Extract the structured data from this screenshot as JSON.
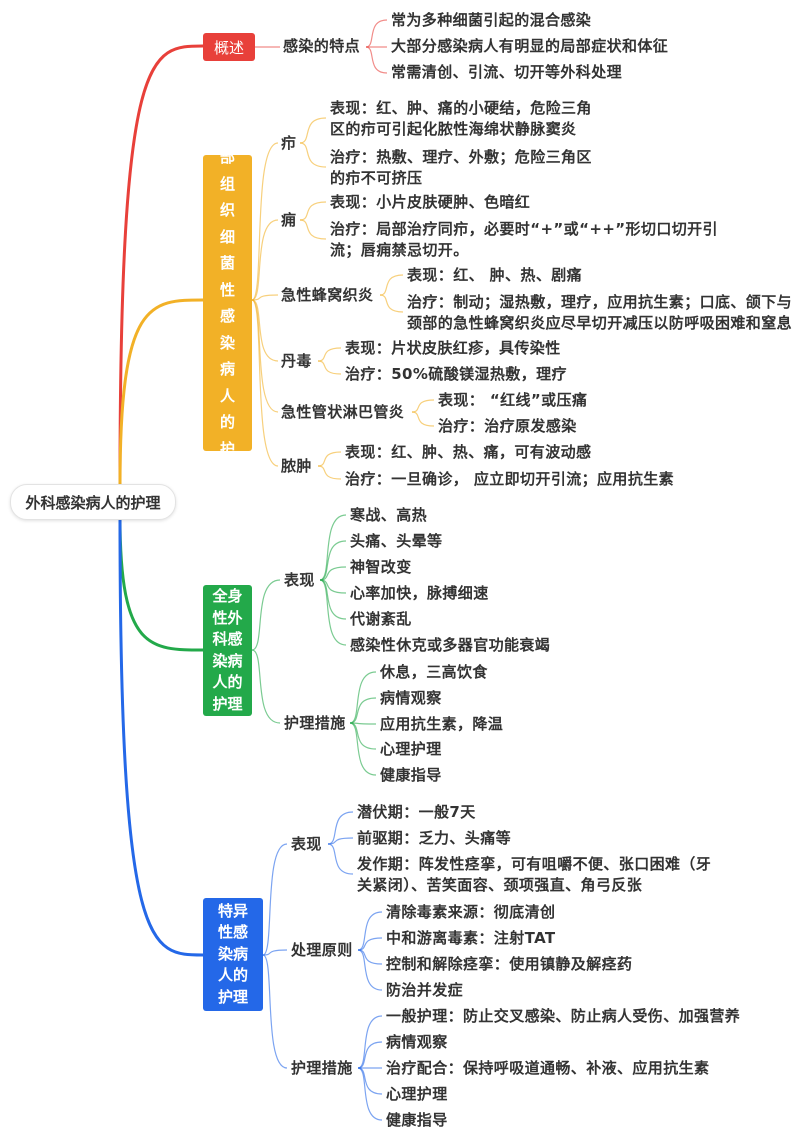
{
  "root": "外科感染病人的护理",
  "branches": [
    {
      "label": "概述",
      "color": "#e8403a",
      "children": [
        {
          "label": "感染的特点",
          "items": [
            "常为多种细菌引起的混合感染",
            "大部分感染病人有明显的局部症状和体征",
            "常需清创、引流、切开等外科处理"
          ]
        }
      ]
    },
    {
      "label": "浅部组织细菌性感染病人的护理",
      "color": "#f2b127",
      "children": [
        {
          "label": "疖",
          "items": [
            "表现：红、肿、痛的小硬结，危险三角\n区的疖可引起化脓性海绵状静脉窦炎",
            "治疗：热敷、理疗、外敷；危险三角区\n的疖不可挤压"
          ]
        },
        {
          "label": "痈",
          "items": [
            "表现：小片皮肤硬肿、色暗红",
            "治疗：局部治疗同疖，必要时“+”或“++”形切口切开引\n流；唇痈禁忌切开。"
          ]
        },
        {
          "label": "急性蜂窝织炎",
          "items": [
            "表现：红、 肿、热、剧痛",
            "治疗：制动；湿热敷，理疗，应用抗生素；口底、颌下与\n颈部的急性蜂窝织炎应尽早切开减压以防呼吸困难和窒息"
          ]
        },
        {
          "label": "丹毒",
          "items": [
            "表现：片状皮肤红疹，具传染性",
            "治疗：50%硫酸镁湿热敷，理疗"
          ]
        },
        {
          "label": "急性管状淋巴管炎",
          "items": [
            "表现： “红线”或压痛",
            "治疗：治疗原发感染"
          ]
        },
        {
          "label": "脓肿",
          "items": [
            "表现：红、肿、热、痛，可有波动感",
            "治疗：一旦确诊， 应立即切开引流；应用抗生素"
          ]
        }
      ]
    },
    {
      "label": "全身性外科感染病人的护理",
      "color": "#23a94a",
      "children": [
        {
          "label": "表现",
          "items": [
            "寒战、高热",
            "头痛、头晕等",
            "神智改变",
            "心率加快，脉搏细速",
            "代谢紊乱",
            "感染性休克或多器官功能衰竭"
          ]
        },
        {
          "label": "护理措施",
          "items": [
            "休息，三高饮食",
            "病情观察",
            "应用抗生素，降温",
            "心理护理",
            "健康指导"
          ]
        }
      ]
    },
    {
      "label": "特异性感染病人的护理",
      "color": "#2468e8",
      "children": [
        {
          "label": "表现",
          "items": [
            "潜伏期：一般7天",
            "前驱期：乏力、头痛等",
            "发作期：阵发性痉挛，可有咀嚼不便、张口困难（牙\n关紧闭）、苦笑面容、颈项强直、角弓反张"
          ]
        },
        {
          "label": "处理原则",
          "items": [
            "清除毒素来源：彻底清创",
            "中和游离毒素：注射TAT",
            "控制和解除痉挛：使用镇静及解痉药",
            "防治并发症"
          ]
        },
        {
          "label": "护理措施",
          "items": [
            "一般护理：防止交叉感染、防止病人受伤、加强营养",
            "病情观察",
            "治疗配合：保持呼吸道通畅、补液、应用抗生素",
            "心理护理",
            "健康指导"
          ]
        }
      ]
    }
  ]
}
